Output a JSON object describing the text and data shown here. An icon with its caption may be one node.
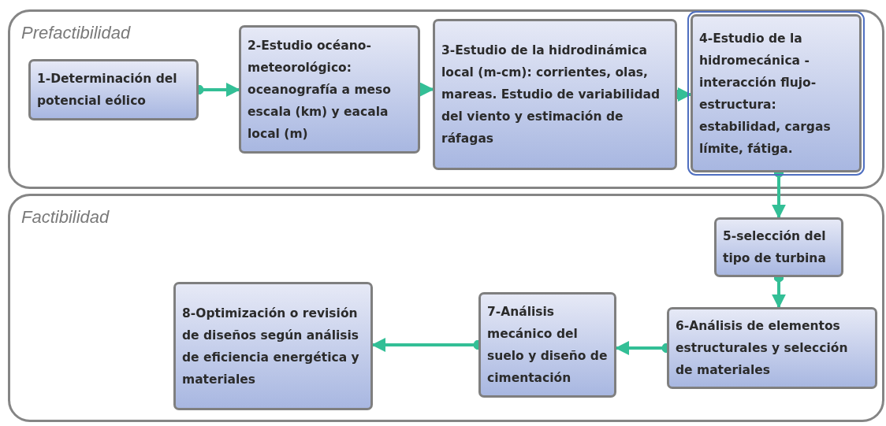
{
  "diagram": {
    "nodes": [
      {
        "text": [
          "Prefactibilidad"
        ]
      },
      {
        "text": [
          "1-Determinación del potencial eólico"
        ],
        "in": 0
      },
      {
        "text": [
          "2-Estudio océano-meteorológico: oceanografía a meso escala (km) y eacala local (m)"
        ],
        "in": 0
      },
      {
        "text": [
          "3-Estudio de la hidrodinámica local (m-cm): corrientes, olas, mareas. Estudio de variabilidad del viento y estimación de ráfagas"
        ],
        "in": 0
      },
      {
        "text": [
          "4-Estudio de la hidromecánica - interacción flujo-estructura: estabilidad, cargas límite, fátiga."
        ],
        "in": 0
      },
      {
        "text": [
          "Factibilidad"
        ]
      },
      {
        "text": [
          "5-selección del tipo de turbina"
        ],
        "in": 5
      },
      {
        "text": [
          "6-Análisis de elementos estructurales y selección de materiales"
        ],
        "in": 5
      },
      {
        "text": [
          "7-Análisis mecánico del suelo y diseño de cimentación"
        ],
        "in": 5
      },
      {
        "text": [
          "8-Optimización o revisión de diseños según análisis de eficiencia energética y materiales"
        ],
        "in": 5
      }
    ],
    "edges": [
      {
        "from": 1,
        "to": 2,
        "arrow": "to"
      },
      {
        "from": 2,
        "to": 3,
        "arrow": "to"
      },
      {
        "from": 3,
        "to": 4,
        "arrow": "to"
      },
      {
        "from": 4,
        "to": 6,
        "arrow": "to"
      },
      {
        "from": 6,
        "to": 7,
        "arrow": "to"
      },
      {
        "from": 7,
        "to": 8,
        "arrow": "to"
      },
      {
        "from": 8,
        "to": 9,
        "arrow": "to"
      }
    ]
  }
}
